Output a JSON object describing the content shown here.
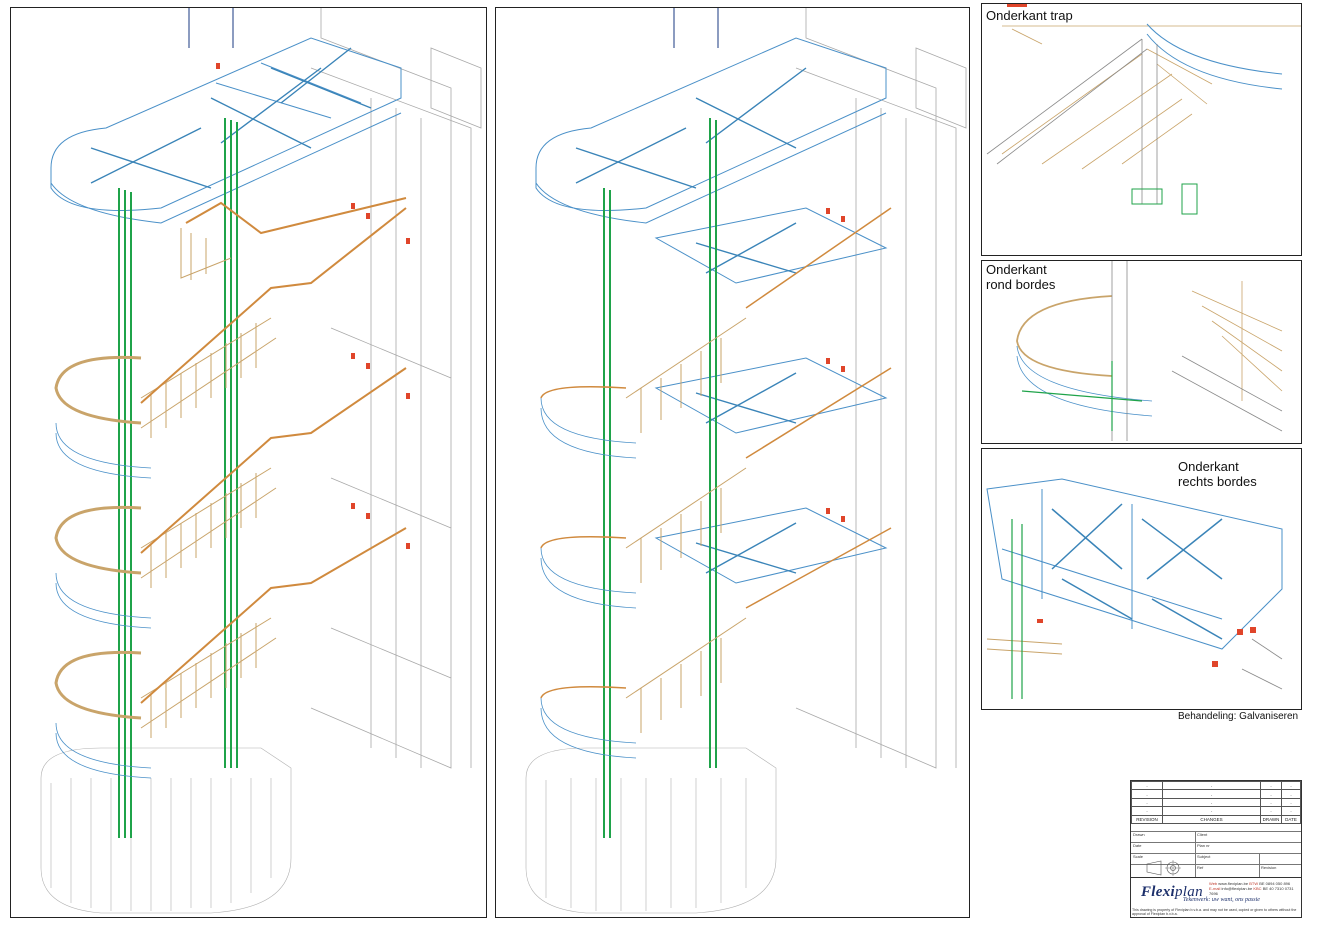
{
  "details": {
    "stair_underside": {
      "label": "Onderkant trap"
    },
    "round_landing_underside": {
      "label_line1": "Onderkant",
      "label_line2": "rond bordes"
    },
    "right_landing_underside": {
      "label_line1": "Onderkant",
      "label_line2": "rechts bordes"
    }
  },
  "treatment": "Behandeling: Galvaniseren",
  "title_block": {
    "revision_rows": [
      [
        "-",
        "-",
        "-",
        "-"
      ],
      [
        "-",
        "-",
        "-",
        "-"
      ],
      [
        "-",
        "-",
        "-",
        "-"
      ],
      [
        "-",
        "-",
        "-",
        "-"
      ]
    ],
    "headers": {
      "revision": "REVISION",
      "changes": "CHANGES",
      "drawn": "DRAWN",
      "date": "DATE"
    },
    "fields": {
      "drawn": "Drawn",
      "client": "Client",
      "date": "Date",
      "plan_nr": "Plan nr",
      "scale": "Scale",
      "subject": "Subject",
      "ref": "Ref",
      "revision": "Revision"
    },
    "company": {
      "logo_main": "Flexi",
      "logo_sub": "plan",
      "tagline": "Tekenwerk: uw want, ons passie",
      "web_label": "Web",
      "web": "www.flexiplan.be",
      "email_label": "E-mail",
      "email": "info@flexiplan.be",
      "btw_label": "BTW",
      "btw": "BE 0894 050 896",
      "kbc_label": "KBC",
      "kbc": "BE 40 7310 0731 7696"
    },
    "disclaimer": "This drawing is property of Flexiplan b.v.b.a. and may not be used, copied or given to others without the approval of Flexiplan b.v.b.a."
  },
  "colors": {
    "frame": "#222222",
    "structure_blue": "#4a90c8",
    "bracing_blue": "#3a84b8",
    "column_green": "#1fa34a",
    "stair_tan": "#c9a46a",
    "handrail_orange": "#d08a3e",
    "wall_grey": "#9a9a9a",
    "bolt_red": "#e0452a"
  }
}
